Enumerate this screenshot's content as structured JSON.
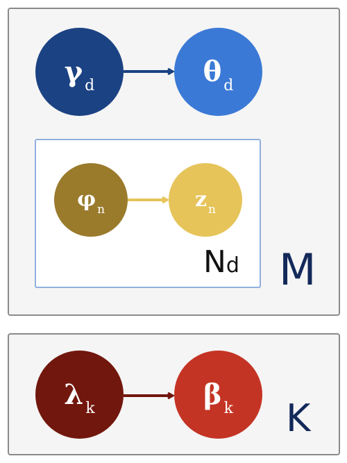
{
  "nodes": {
    "gamma": {
      "symbol": "γ",
      "sub": "d",
      "color": "#1b4283"
    },
    "theta": {
      "symbol": "θ",
      "sub": "d",
      "color": "#3b79d6"
    },
    "phi": {
      "symbol": "φ",
      "sub": "n",
      "color": "#9a7b2c"
    },
    "z": {
      "symbol": "z",
      "sub": "n",
      "color": "#e6c45a"
    },
    "lambda": {
      "symbol": "λ",
      "sub": "k",
      "color": "#72170d"
    },
    "beta": {
      "symbol": "β",
      "sub": "k",
      "color": "#c43424"
    }
  },
  "plates": {
    "outer": {
      "label": "M"
    },
    "inner": {
      "label": "N",
      "label_sub": "d"
    },
    "bottom": {
      "label": "K"
    }
  },
  "edges": [
    {
      "from": "gamma",
      "to": "theta",
      "color": "#1b4283"
    },
    {
      "from": "phi",
      "to": "z",
      "color": "#e6c45a"
    },
    {
      "from": "lambda",
      "to": "beta",
      "color": "#72170d"
    }
  ]
}
